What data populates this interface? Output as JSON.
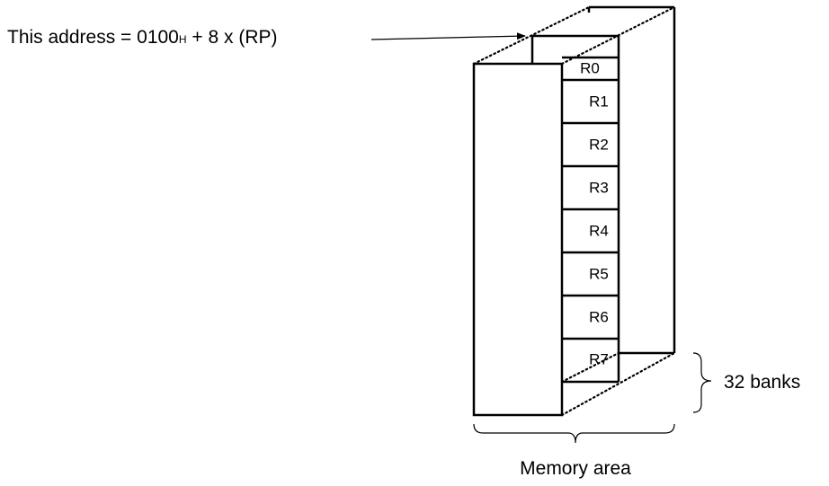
{
  "address_label": {
    "prefix": "This address = 0100",
    "subscript": "H",
    "suffix": " + 8 x (RP)"
  },
  "registers": [
    "R0",
    "R1",
    "R2",
    "R3",
    "R4",
    "R5",
    "R6",
    "R7"
  ],
  "banks_label": "32 banks",
  "memory_label": "Memory area"
}
